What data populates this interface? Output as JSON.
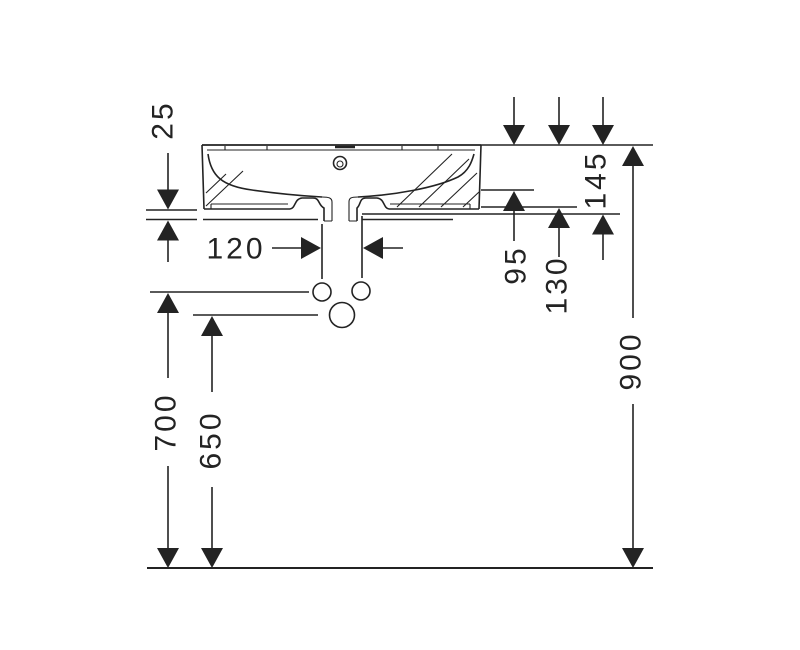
{
  "drawing": {
    "description": "Technical dimension drawing: wall-mounted washbasin side profile with overflow, drain outlet and three faucet mounting holes, plus installation height dimensions above floor line",
    "dimensions": {
      "d25": "25",
      "d120": "120",
      "d95": "95",
      "d130": "130",
      "d145": "145",
      "d700": "700",
      "d650": "650",
      "d900": "900"
    },
    "colors": {
      "line": "#232323",
      "background": "#ffffff"
    }
  }
}
